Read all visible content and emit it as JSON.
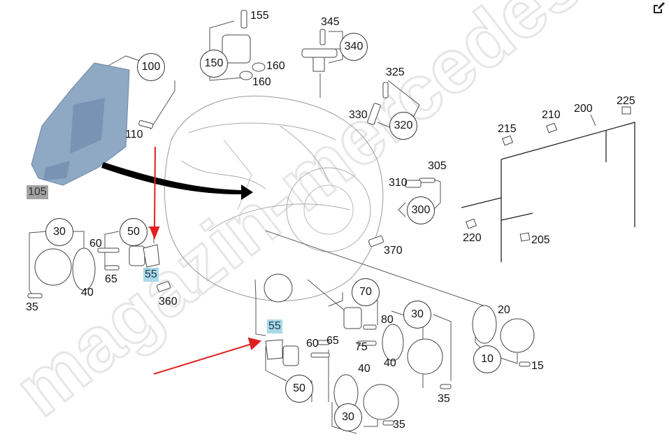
{
  "diagram": {
    "title": "Transmission exploded parts diagram",
    "watermark_text": "magazin-mercedes.ru",
    "toolbar": {
      "edit_icon": "edit-pencil-icon"
    },
    "colors": {
      "highlight_blue": "#a9d8e8",
      "highlight_grey": "#a3a3a3",
      "arrow_red": "#e02020",
      "arrow_black": "#000000",
      "valve_body_blue": "#8fa8c4"
    },
    "callouts": {
      "c100": "100",
      "c150": "150",
      "c340": "340",
      "c320": "320",
      "c300": "300",
      "c30a": "30",
      "c50a": "50",
      "c70": "70",
      "c30b": "30",
      "c30c": "30",
      "c50b": "50",
      "c10": "10"
    },
    "labels": {
      "l155": "155",
      "l345": "345",
      "l160a": "160",
      "l160b": "160",
      "l325": "325",
      "l330": "330",
      "l110": "110",
      "l200": "200",
      "l225": "225",
      "l210": "210",
      "l215": "215",
      "l220": "220",
      "l205": "205",
      "l305": "305",
      "l310": "310",
      "l370": "370",
      "l60a": "60",
      "l65a": "65",
      "l40a": "40",
      "l35a": "35",
      "l360": "360",
      "l80": "80",
      "l75": "75",
      "l40b": "40",
      "l40c": "40",
      "l60b": "60",
      "l65b": "65",
      "l35b": "35",
      "l35c": "35",
      "l20": "20",
      "l15": "15"
    },
    "highlighted": {
      "h105": "105",
      "h55a": "55",
      "h55b": "55"
    }
  }
}
